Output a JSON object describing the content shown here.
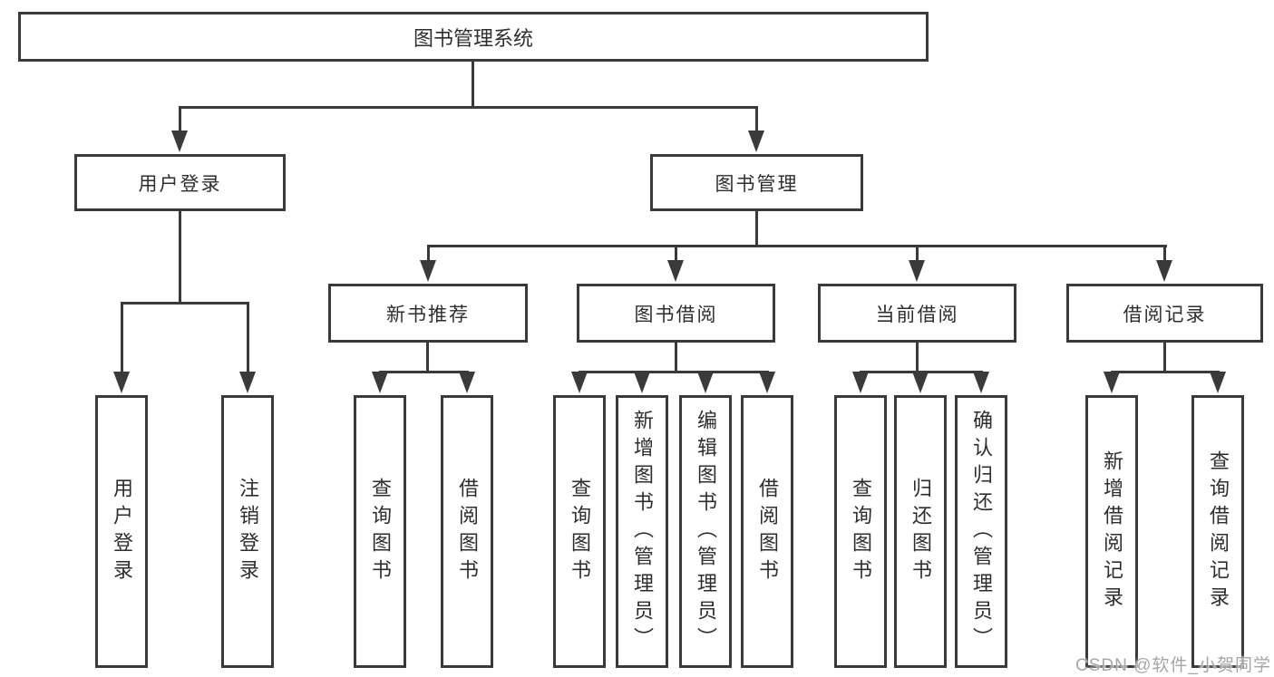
{
  "diagram": {
    "root": {
      "label": "图书管理系统"
    },
    "nodes": {
      "user_login": {
        "label": "用户登录"
      },
      "book_mgmt": {
        "label": "图书管理"
      },
      "new_books": {
        "label": "新书推荐"
      },
      "book_borrow": {
        "label": "图书借阅"
      },
      "current_borrow": {
        "label": "当前借阅"
      },
      "borrow_records": {
        "label": "借阅记录"
      }
    },
    "leaves": {
      "login": {
        "label": "用户登录"
      },
      "logout": {
        "label": "注销登录"
      },
      "nb_query": {
        "label": "查询图书"
      },
      "nb_borrow": {
        "label": "借阅图书"
      },
      "bb_query": {
        "label": "查询图书"
      },
      "bb_add": {
        "label": "新增图书（管理员）"
      },
      "bb_edit": {
        "label": "编辑图书（管理员）"
      },
      "bb_borrow": {
        "label": "借阅图书"
      },
      "cb_query": {
        "label": "查询图书"
      },
      "cb_return": {
        "label": "归还图书"
      },
      "cb_confirm": {
        "label": "确认归还（管理员）"
      },
      "br_add": {
        "label": "新增借阅记录"
      },
      "br_query": {
        "label": "查询借阅记录"
      }
    },
    "watermark": "CSDN @软件_小贺同学",
    "colors": {
      "line": "#3a3a3a",
      "text": "#2e2e2e",
      "watermark": "#a6a6a6",
      "background": "#ffffff"
    }
  }
}
